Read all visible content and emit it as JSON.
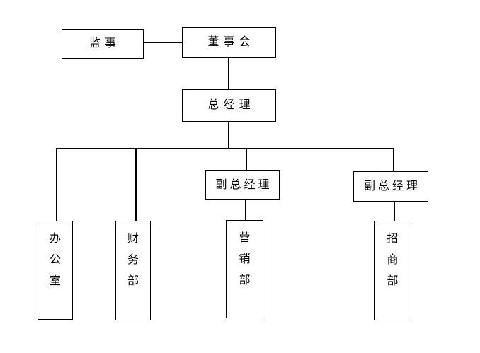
{
  "page": {
    "background": "#ffffff"
  },
  "diagram": {
    "type": "org-chart",
    "colors": {
      "line": "#000000",
      "box_border": "#000000",
      "box_fill": "#ffffff",
      "text": "#000000"
    },
    "nodes": {
      "supervisor": {
        "label": "监事",
        "text_orientation": "horizontal"
      },
      "board": {
        "label": "董事会",
        "text_orientation": "horizontal"
      },
      "general_manager": {
        "label": "总经理",
        "text_orientation": "horizontal"
      },
      "deputy_gm_left": {
        "label": "副总经理",
        "text_orientation": "horizontal"
      },
      "deputy_gm_right": {
        "label": "副总经理",
        "text_orientation": "horizontal"
      },
      "office": {
        "label": "办公室",
        "text_orientation": "vertical"
      },
      "finance_dept": {
        "label": "财务部",
        "text_orientation": "vertical"
      },
      "marketing_dept": {
        "label": "营销部",
        "text_orientation": "vertical"
      },
      "investment_dept": {
        "label": "招商部",
        "text_orientation": "vertical"
      }
    },
    "edges": [
      {
        "from": "supervisor",
        "to": "board"
      },
      {
        "from": "board",
        "to": "general_manager"
      },
      {
        "from": "general_manager",
        "to": "office"
      },
      {
        "from": "general_manager",
        "to": "finance_dept"
      },
      {
        "from": "general_manager",
        "to": "deputy_gm_left"
      },
      {
        "from": "general_manager",
        "to": "deputy_gm_right"
      },
      {
        "from": "deputy_gm_left",
        "to": "marketing_dept"
      },
      {
        "from": "deputy_gm_right",
        "to": "investment_dept"
      }
    ]
  }
}
